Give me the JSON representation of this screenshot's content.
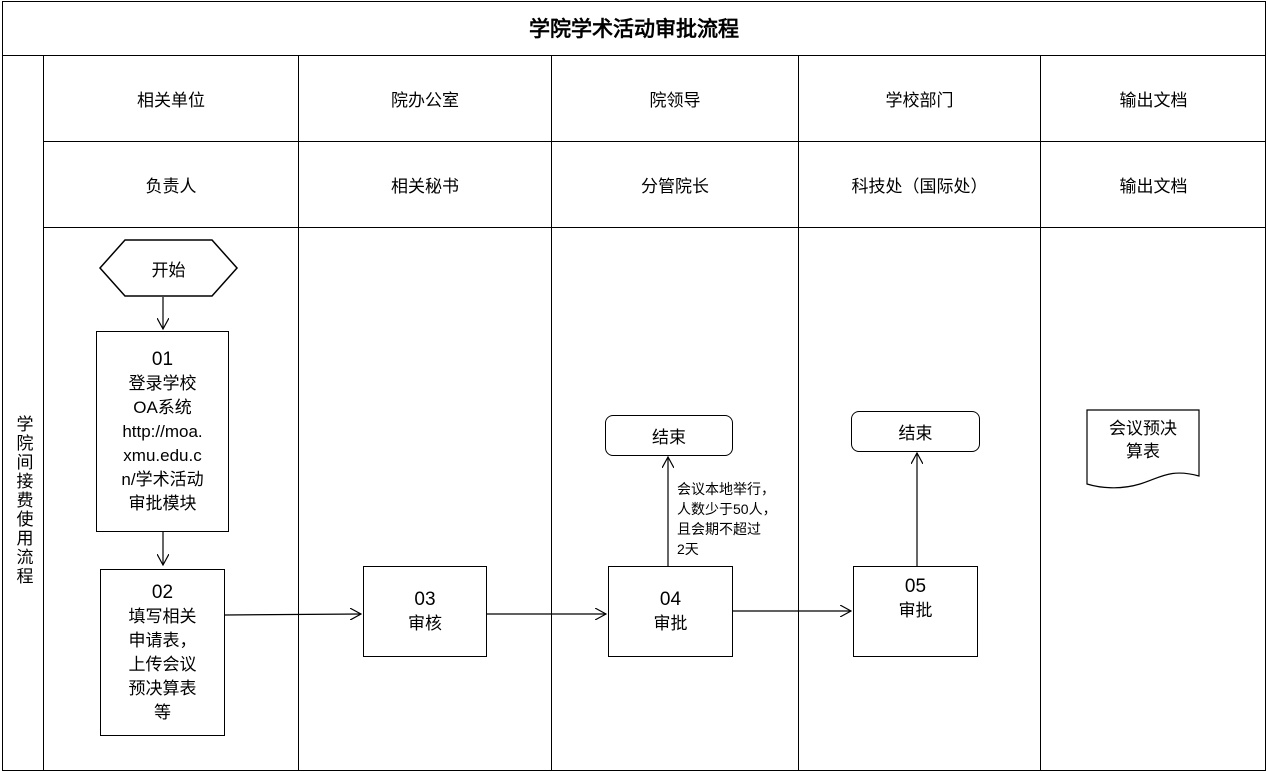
{
  "title": "学院学术活动审批流程",
  "side_label": "学院间接费使用流程",
  "lanes": [
    {
      "dept": "相关单位",
      "role": "负责人"
    },
    {
      "dept": "院办公室",
      "role": "相关秘书"
    },
    {
      "dept": "院领导",
      "role": "分管院长"
    },
    {
      "dept": "学校部门",
      "role": "科技处（国际处）"
    },
    {
      "dept": "输出文档",
      "role": "输出文档"
    }
  ],
  "nodes": {
    "start": "开始",
    "step01": {
      "num": "01",
      "text": "登录学校\nOA系统\nhttp://moa.\nxmu.edu.c\nn/学术活动\n审批模块"
    },
    "step02": {
      "num": "02",
      "text": "填写相关\n申请表，\n上传会议\n预决算表\n等"
    },
    "step03": {
      "num": "03",
      "text": "审核"
    },
    "step04": {
      "num": "04",
      "text": "审批"
    },
    "step05": {
      "num": "05",
      "text": "审批"
    },
    "end1": "结束",
    "end2": "结束",
    "document": "会议预决\n算表"
  },
  "condition_note": "会议本地举行，\n人数少于50人，\n且会期不超过\n2天"
}
